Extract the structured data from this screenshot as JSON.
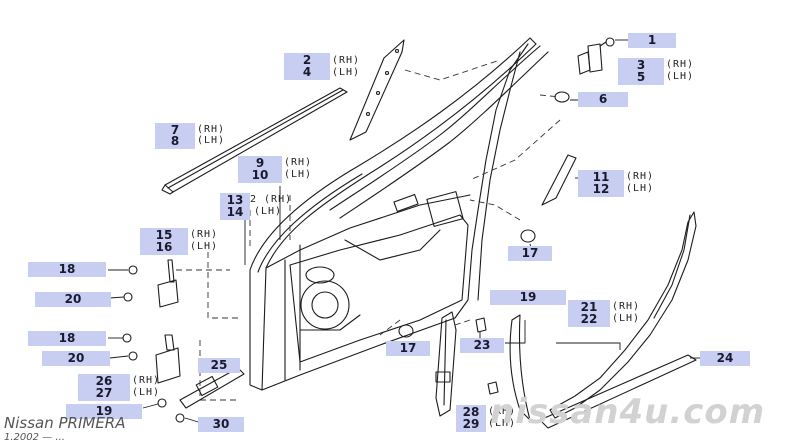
{
  "diagram": {
    "model": "Nissan PRIMERA",
    "production": "1.2002 — ...",
    "watermark": "nissan4u.com",
    "callouts": [
      {
        "id": "c1",
        "no": "1",
        "side": ""
      },
      {
        "id": "c2",
        "no": "2",
        "side": "(RH)"
      },
      {
        "id": "c4",
        "no": "4",
        "side": "(LH)"
      },
      {
        "id": "c3",
        "no": "3",
        "side": "(RH)"
      },
      {
        "id": "c5",
        "no": "5",
        "side": "(LH)"
      },
      {
        "id": "c6",
        "no": "6",
        "side": ""
      },
      {
        "id": "c7",
        "no": "7",
        "side": "(RH)"
      },
      {
        "id": "c8",
        "no": "8",
        "side": "(LH)"
      },
      {
        "id": "c9",
        "no": "9",
        "side": "(RH)"
      },
      {
        "id": "c10",
        "no": "10",
        "side": "(LH)"
      },
      {
        "id": "c11",
        "no": "11",
        "side": "(RH)"
      },
      {
        "id": "c12",
        "no": "12",
        "side": "(LH)"
      },
      {
        "id": "c13",
        "no": "13",
        "side": "2 (RH)"
      },
      {
        "id": "c14",
        "no": "14",
        "side": "(LH)"
      },
      {
        "id": "c15",
        "no": "15",
        "side": "(RH)"
      },
      {
        "id": "c16",
        "no": "16",
        "side": "(LH)"
      },
      {
        "id": "c17a",
        "no": "17",
        "side": ""
      },
      {
        "id": "c18a",
        "no": "18",
        "side": ""
      },
      {
        "id": "c20a",
        "no": "20",
        "side": ""
      },
      {
        "id": "c19a",
        "no": "19",
        "side": ""
      },
      {
        "id": "c21",
        "no": "21",
        "side": "(RH)"
      },
      {
        "id": "c22",
        "no": "22",
        "side": "(LH)"
      },
      {
        "id": "c17b",
        "no": "17",
        "side": ""
      },
      {
        "id": "c23",
        "no": "23",
        "side": ""
      },
      {
        "id": "c24",
        "no": "24",
        "side": ""
      },
      {
        "id": "c18b",
        "no": "18",
        "side": ""
      },
      {
        "id": "c20b",
        "no": "20",
        "side": ""
      },
      {
        "id": "c25",
        "no": "25",
        "side": ""
      },
      {
        "id": "c26",
        "no": "26",
        "side": "(RH)"
      },
      {
        "id": "c27",
        "no": "27",
        "side": "(LH)"
      },
      {
        "id": "c19b",
        "no": "19",
        "side": ""
      },
      {
        "id": "c30",
        "no": "30",
        "side": ""
      },
      {
        "id": "c28",
        "no": "28",
        "side": "(RH)"
      },
      {
        "id": "c29",
        "no": "29",
        "side": "(LH)"
      }
    ]
  },
  "colors": {
    "tag_bg": "#c8cdf2",
    "line": "#1c1c1c",
    "dash": "#333333",
    "watermark": "#d2d2d2"
  }
}
